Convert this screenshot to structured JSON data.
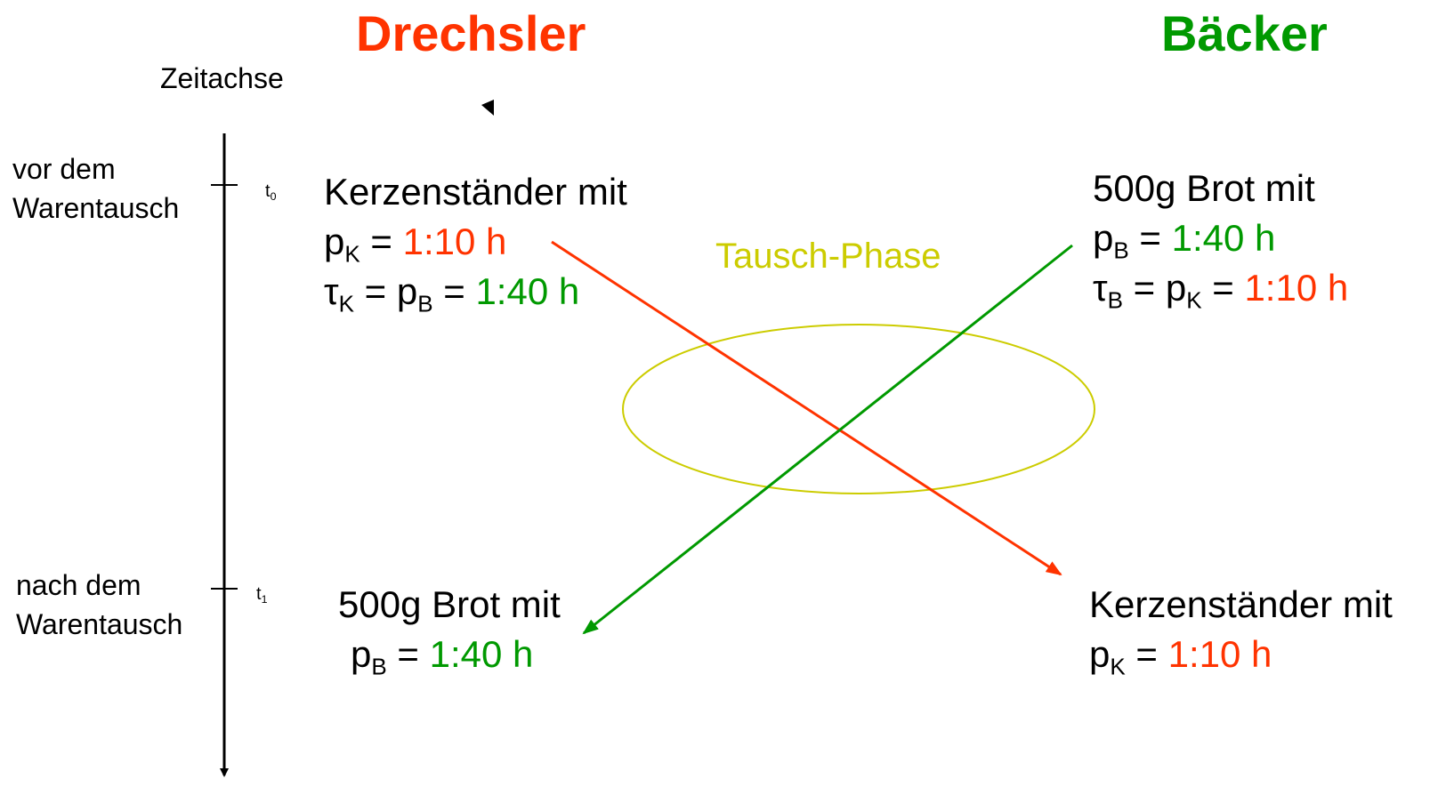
{
  "colors": {
    "red": "#FF3300",
    "green": "#009900",
    "yellow": "#CCCC00",
    "black": "#000000"
  },
  "headers": {
    "left": "Drechsler",
    "right": "Bäcker"
  },
  "timeline": {
    "axis_label": "Zeitachse",
    "before_line1": "vor dem",
    "before_line2": "Warentausch",
    "after_line1": "nach dem",
    "after_line2": "Warentausch",
    "t0_sym": "t",
    "t0_sub": "0",
    "t1_sym": "t",
    "t1_sub": "1"
  },
  "exchange": {
    "label": "Tausch-Phase"
  },
  "left_before": {
    "title": "Kerzenständer mit",
    "p_sym": "p",
    "p_sub": "K",
    "p_eq": " = ",
    "p_val": "1:10 h",
    "tau_sym": "τ",
    "tau_sub": "K",
    "tau_eq1": " = ",
    "tau_p_sym": "p",
    "tau_p_sub": "B",
    "tau_eq2": " = ",
    "tau_val": "1:40 h"
  },
  "right_before": {
    "title": "500g Brot mit",
    "p_sym": "p",
    "p_sub": "B",
    "p_eq": " = ",
    "p_val": "1:40 h",
    "tau_sym": "τ",
    "tau_sub": "B",
    "tau_eq1": " = ",
    "tau_p_sym": "p",
    "tau_p_sub": "K",
    "tau_eq2": " = ",
    "tau_val": "1:10 h"
  },
  "left_after": {
    "title": "500g Brot mit",
    "p_sym": "p",
    "p_sub": "B",
    "p_eq": " = ",
    "p_val": "1:40 h"
  },
  "right_after": {
    "title": "Kerzenständer mit",
    "p_sym": "p",
    "p_sub": "K",
    "p_eq": " = ",
    "p_val": "1:10 h"
  }
}
